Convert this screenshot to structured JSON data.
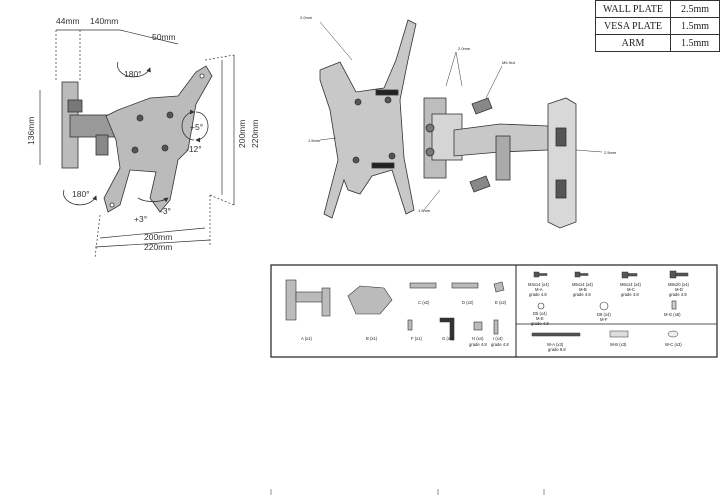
{
  "spec_table": {
    "rows": [
      {
        "label": "WALL PLATE",
        "value": "2.5mm"
      },
      {
        "label": "VESA PLATE",
        "value": "1.5mm"
      },
      {
        "label": "ARM",
        "value": "1.5mm"
      }
    ]
  },
  "left_view": {
    "dim_44": "44mm",
    "dim_140": "140mm",
    "dim_50": "50mm",
    "dim_136": "136mm",
    "dim_200v": "200mm",
    "dim_220v": "220mm",
    "dim_200h": "200mm",
    "dim_220h": "220mm",
    "rot_top": "180°",
    "rot_bottom": "180°",
    "tilt_up": "+5°",
    "tilt_down": "-12°",
    "swivel_pos": "+3°",
    "swivel_neg": "-3°"
  },
  "exploded_view": {
    "callout_top": "2.0mm",
    "callout_middle": "2.0mm",
    "callout_nut": "M6 Nut",
    "callout_left": "1.5mm",
    "callout_right": "2.5mm",
    "callout_bottom": "1.5mm"
  },
  "parts_list": {
    "parts": [
      {
        "label": "A (x1)"
      },
      {
        "label": "B (x1)"
      },
      {
        "label": "C (x2)"
      },
      {
        "label": "D (x2)"
      },
      {
        "label": "E (x2)"
      },
      {
        "label": "F (x1)"
      },
      {
        "label": "G (x1)"
      },
      {
        "label": "H (x4)"
      },
      {
        "label": "I (x4)"
      },
      {
        "label": "grade 4.8"
      }
    ],
    "screws": [
      {
        "size": "M4x14 (x4)",
        "code": "M-A",
        "grade": "grade 4.8"
      },
      {
        "size": "M5x14 (x4)",
        "code": "M-B",
        "grade": "grade 4.8"
      },
      {
        "size": "M6x14 (x4)",
        "code": "M-C",
        "grade": "grade 4.8"
      },
      {
        "size": "M8x20 (x4)",
        "code": "M-D",
        "grade": "grade 4.8"
      }
    ],
    "washers": [
      {
        "size": "D5 (x4)",
        "code": "M-E",
        "grade": "grade 4.8"
      },
      {
        "size": "D8 (x4)",
        "code": "M-F"
      },
      {
        "code": "M-G (x8)"
      }
    ],
    "wall": [
      {
        "code": "W-A (x3)",
        "grade": "grade 8.8"
      },
      {
        "code": "W-B (x3)"
      },
      {
        "code": "W-C (x3)"
      }
    ]
  }
}
